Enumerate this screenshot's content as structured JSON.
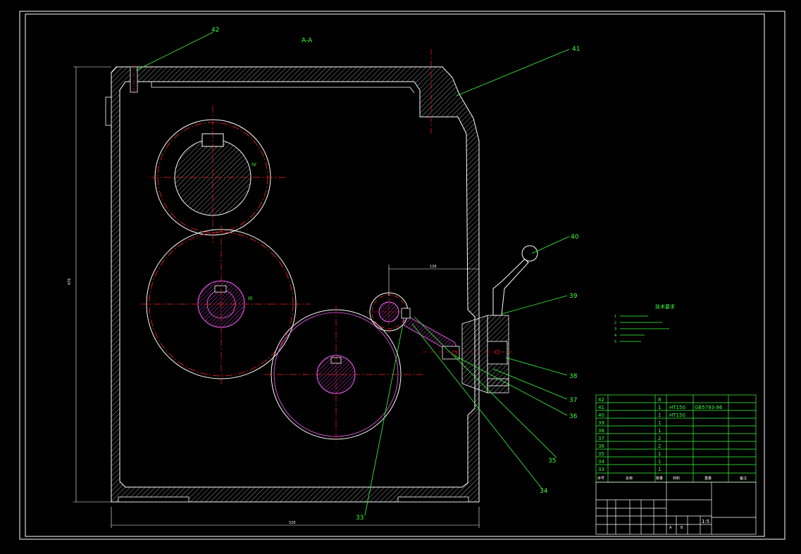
{
  "section_label": "A-A",
  "shaft_labels": {
    "shaft_iv": "IV",
    "shaft_iii": "III"
  },
  "callouts": {
    "c42": "42",
    "c41": "41",
    "c40": "40",
    "c39": "39",
    "c38": "38",
    "c37": "37",
    "c36": "36",
    "c35": "35",
    "c34": "34",
    "c33": "33"
  },
  "dimensions": {
    "height_dim": "470",
    "width_dim": "520",
    "offset_dim": "126"
  },
  "technical_requirements": {
    "title": "技术要求",
    "items": [
      "1",
      "2",
      "3",
      "4",
      "5"
    ]
  },
  "parts_list": {
    "rows": [
      {
        "seq": "42",
        "name": "",
        "qty": "8",
        "material": "",
        "standard": ""
      },
      {
        "seq": "41",
        "name": "",
        "qty": "1",
        "material": "HT150",
        "standard": "GB5783-86"
      },
      {
        "seq": "40",
        "name": "",
        "qty": "1",
        "material": "HT150",
        "standard": ""
      },
      {
        "seq": "39",
        "name": "",
        "qty": "1",
        "material": "",
        "standard": ""
      },
      {
        "seq": "38",
        "name": "",
        "qty": "1",
        "material": "",
        "standard": ""
      },
      {
        "seq": "37",
        "name": "",
        "qty": "2",
        "material": "",
        "standard": ""
      },
      {
        "seq": "36",
        "name": "",
        "qty": "2",
        "material": "",
        "standard": ""
      },
      {
        "seq": "35",
        "name": "",
        "qty": "1",
        "material": "",
        "standard": ""
      },
      {
        "seq": "34",
        "name": "",
        "qty": "1",
        "material": "",
        "standard": ""
      },
      {
        "seq": "33",
        "name": "",
        "qty": "1",
        "material": "",
        "standard": ""
      }
    ],
    "header": {
      "seq": "序号",
      "name": "名称",
      "qty": "数量",
      "material": "材料",
      "weight": "重量",
      "note": "备注"
    }
  },
  "title_block": {
    "scale": "1:5",
    "sheet_a": "A",
    "sheet_b": "B"
  },
  "colors": {
    "outline": "#ffffff",
    "center": "#ff2020",
    "leader": "#3cff3c",
    "hatch": "#ff60ff",
    "border": "#ffffff",
    "background": "#000000"
  }
}
